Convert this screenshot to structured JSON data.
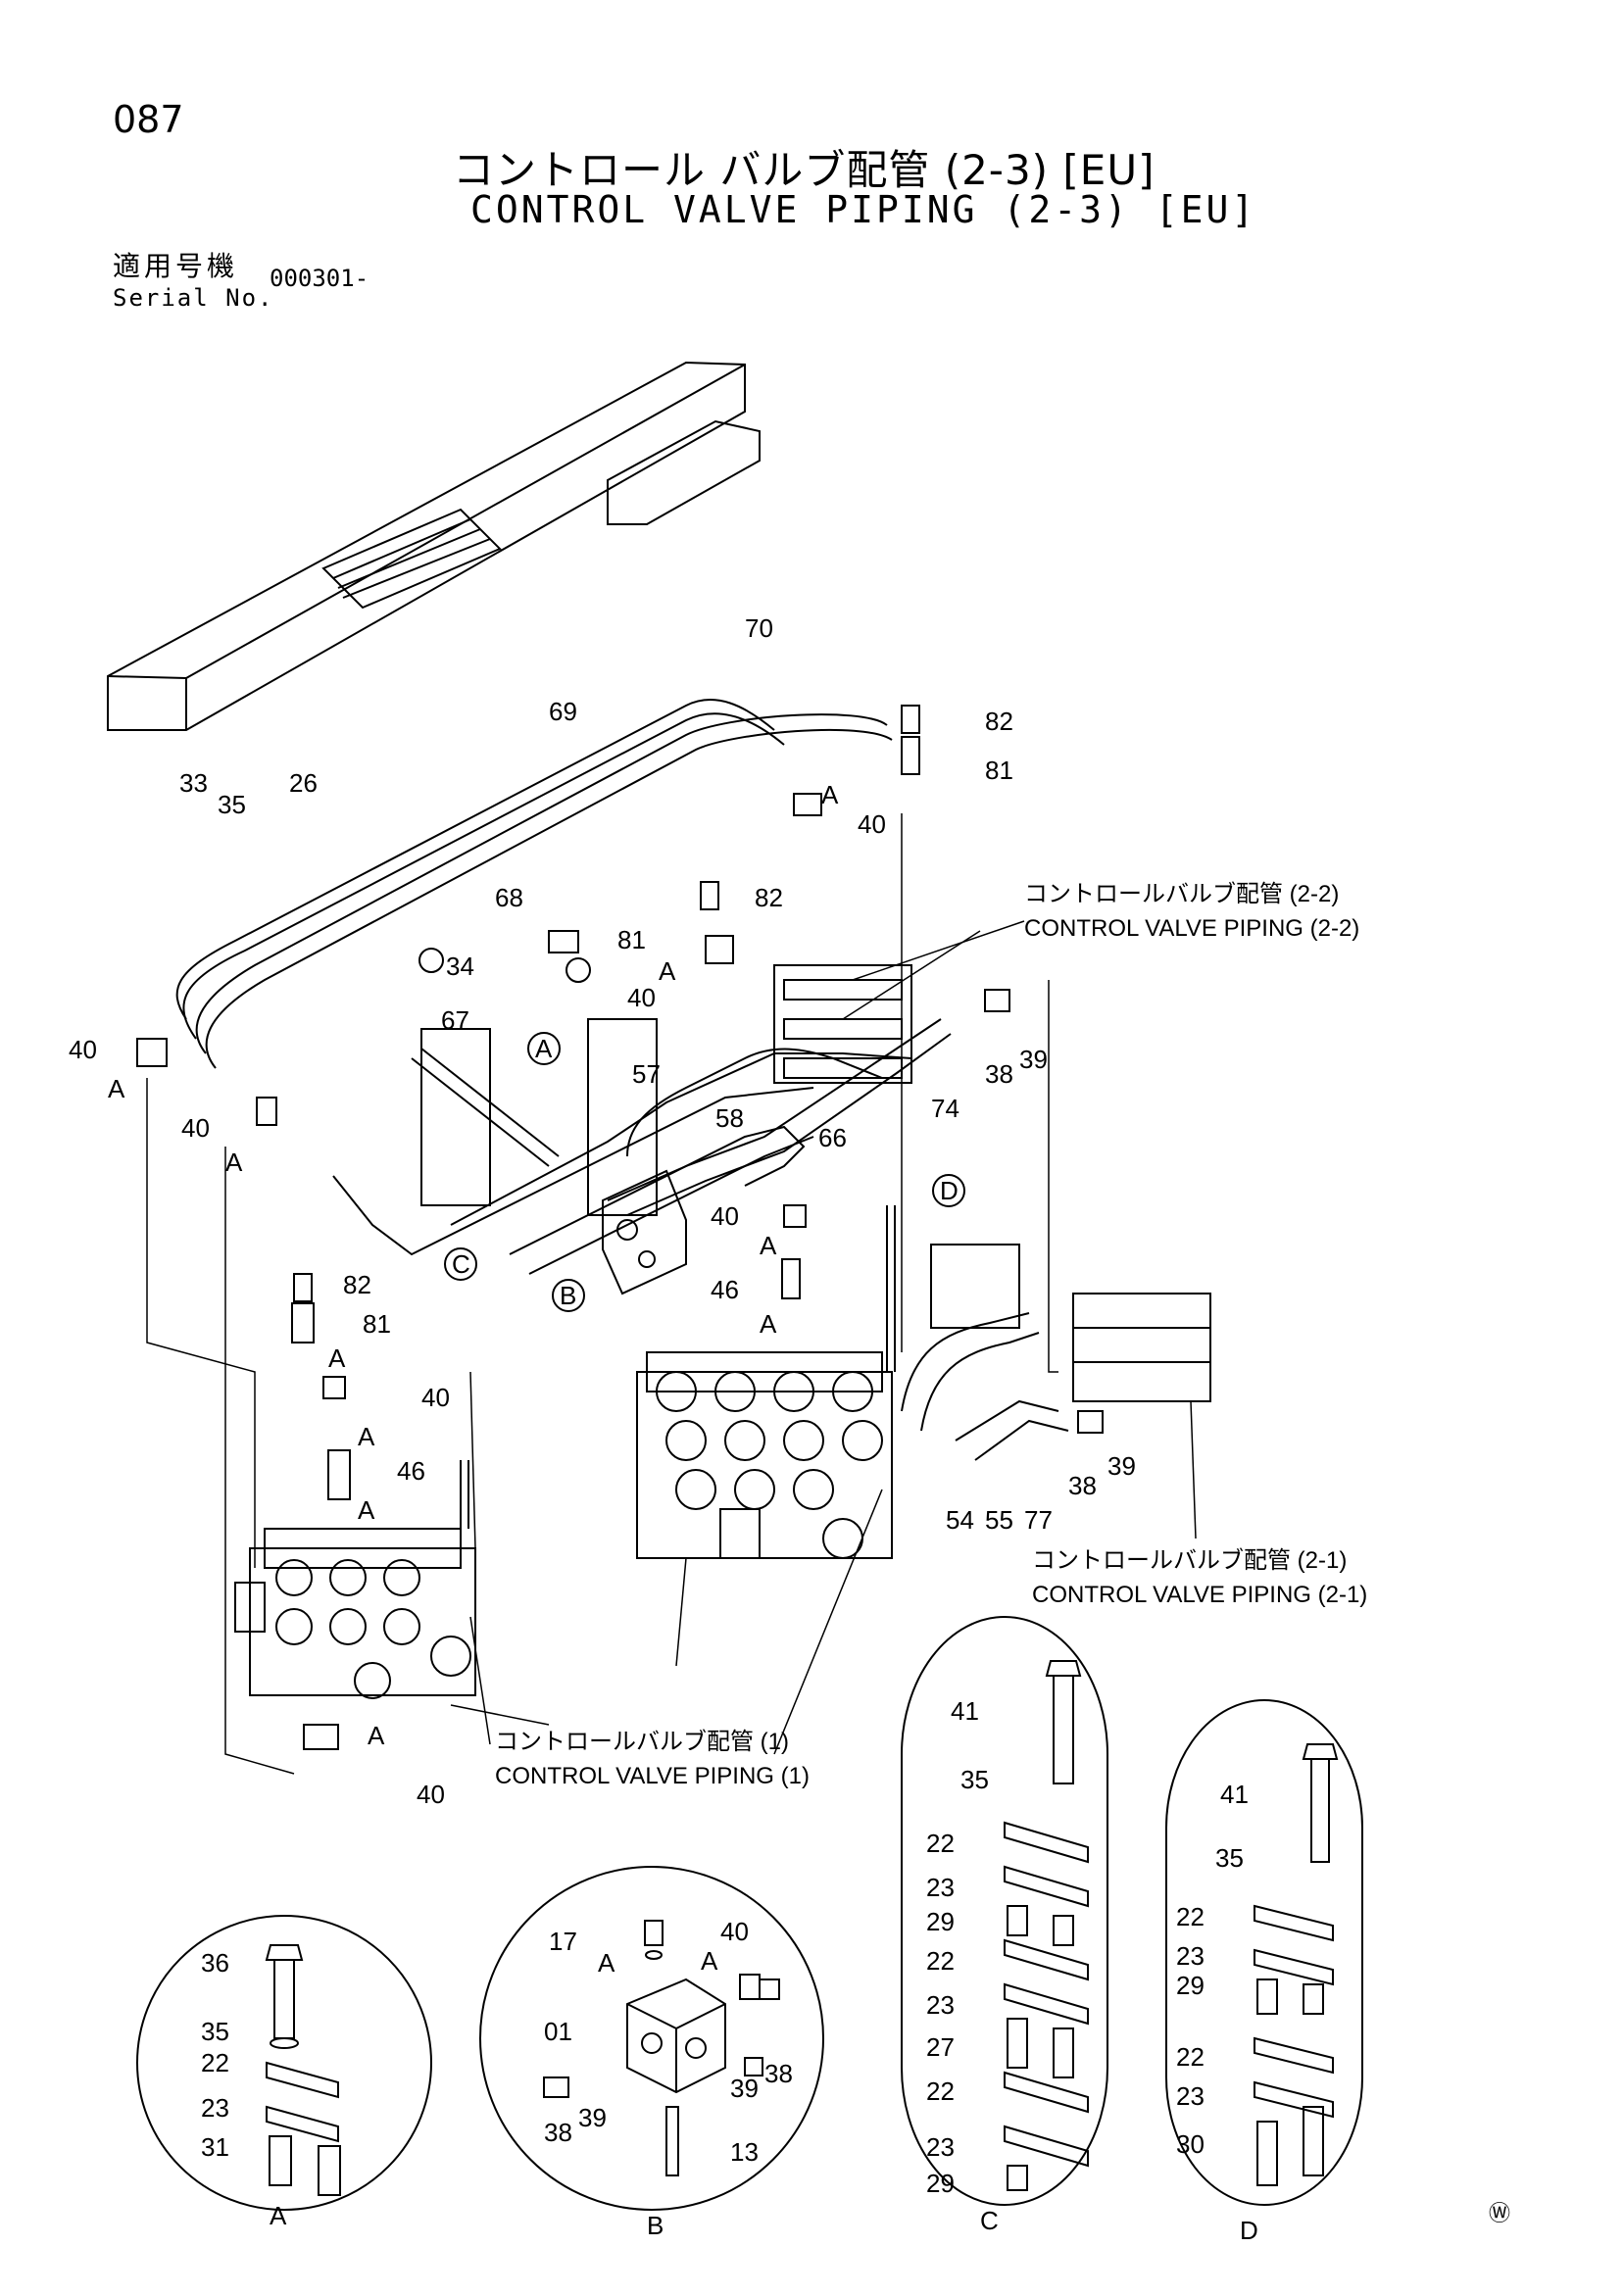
{
  "header": {
    "page_number": "087",
    "title_jp": "コントロール バルブ配管 (2-3) [EU]",
    "title_en": "CONTROL VALVE PIPING (2-3) [EU]",
    "serial_label_jp": "適用号機",
    "serial_label_en": "Serial No.",
    "serial_value": "000301-"
  },
  "references": [
    {
      "jp": "コントロールバルブ配管 (2-2)",
      "en": "CONTROL VALVE PIPING (2-2)"
    },
    {
      "jp": "コントロールバルブ配管 (2-1)",
      "en": "CONTROL VALVE PIPING (2-1)"
    },
    {
      "jp": "コントロールバルブ配管 (1)",
      "en": "CONTROL VALVE PIPING (1)"
    }
  ],
  "callouts": {
    "c70": "70",
    "c82a": "82",
    "c81a": "81",
    "c69": "69",
    "c40a": "40",
    "cAa": "A",
    "c33": "33",
    "c35a": "35",
    "c26": "26",
    "c68": "68",
    "c82b": "82",
    "c81b": "81",
    "cAb": "A",
    "c40b": "40",
    "c34": "34",
    "c67": "67",
    "c57": "57",
    "c58": "58",
    "c66": "66",
    "c74": "74",
    "c38a": "38",
    "c39a": "39",
    "c40c": "40",
    "cAc": "A",
    "c40d": "40",
    "cAd": "A",
    "c82c": "82",
    "c81c": "81",
    "cAe": "A",
    "c40e": "40",
    "cAf": "A",
    "c46a": "46",
    "cAg": "A",
    "c40f": "40",
    "cAh": "A",
    "c46b": "46",
    "cAi": "A",
    "c54": "54",
    "c55": "55",
    "c77": "77",
    "c38b": "38",
    "c39b": "39",
    "cAj": "A",
    "c40g": "40"
  },
  "view_markers": {
    "A": "A",
    "B": "B",
    "C": "C",
    "D": "D"
  },
  "detail_A": {
    "parts": [
      "36",
      "35",
      "22",
      "23",
      "31"
    ],
    "label": "A"
  },
  "detail_B": {
    "parts": [
      "17",
      "A",
      "40",
      "A",
      "01",
      "38",
      "39",
      "39",
      "38",
      "13"
    ],
    "label": "B"
  },
  "detail_C": {
    "parts": [
      "41",
      "35",
      "22",
      "23",
      "29",
      "22",
      "23",
      "27",
      "22",
      "23",
      "29"
    ],
    "label": "C"
  },
  "detail_D": {
    "parts": [
      "41",
      "35",
      "22",
      "23",
      "29",
      "22",
      "23",
      "30"
    ],
    "label": "D"
  },
  "footer_mark": "Ⓦ"
}
